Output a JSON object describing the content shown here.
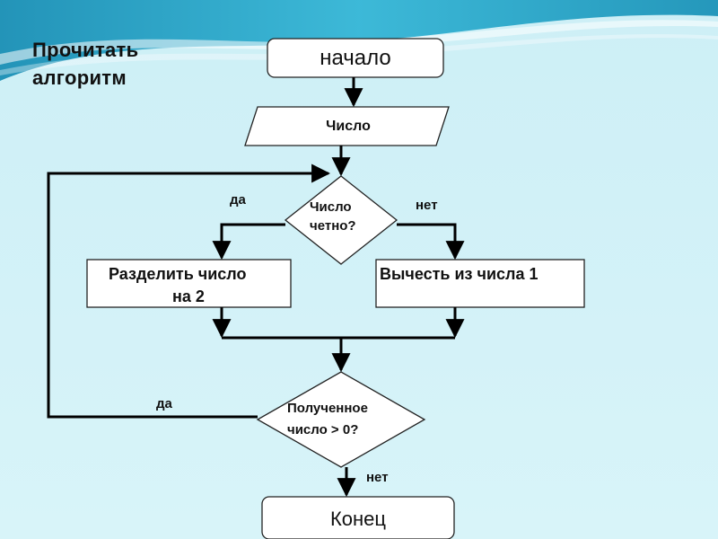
{
  "title": {
    "line1": "Прочитать",
    "line2": "алгоритм"
  },
  "flowchart": {
    "start": "начало",
    "input": "Число",
    "decision1": {
      "line1": "Число",
      "line2": "четно?",
      "yes": "да",
      "no": "нет"
    },
    "action_yes": {
      "line1": "Разделить число",
      "line2": "на 2"
    },
    "action_no": "Вычесть из числа 1",
    "decision2": {
      "line1": "Полученное",
      "line2": "число > 0?",
      "yes": "да",
      "no": "нет"
    },
    "end": "Конец"
  },
  "colors": {
    "background": "#d4f2f8",
    "header_wave": "#1f9fc2",
    "shape_fill": "#ffffff",
    "line": "#000000"
  }
}
